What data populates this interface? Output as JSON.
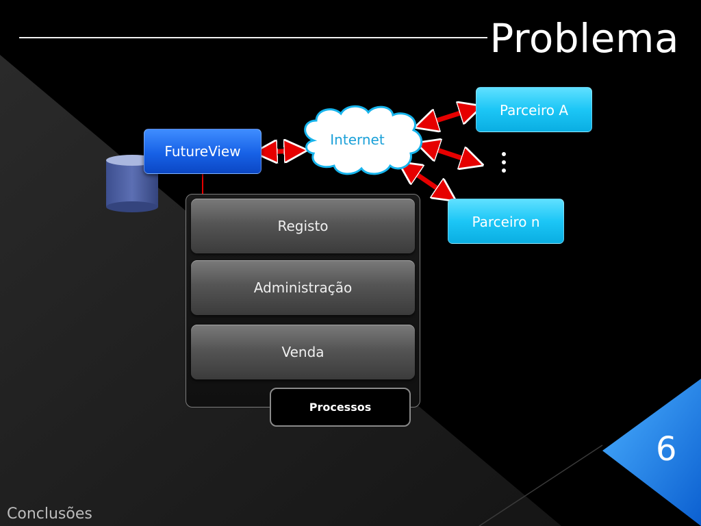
{
  "title": "Problema",
  "nodes": {
    "futureview": "FutureView",
    "internet": "Internet",
    "parceiro_a": "Parceiro A",
    "parceiro_n": "Parceiro n",
    "ellipsis_vertical": "⋮"
  },
  "processes": {
    "items": [
      "Registo",
      "Administração",
      "Venda"
    ],
    "group_label": "Processos"
  },
  "footer": {
    "section": "Conclusões"
  },
  "slide_number": "6",
  "colors": {
    "background": "#000000",
    "futureview_blue": "#1761e6",
    "partner_cyan": "#1cc6f6",
    "arrow_red": "#e60000",
    "corner_blue": "#1c8cf0",
    "internet_text": "#1aa0d8"
  }
}
